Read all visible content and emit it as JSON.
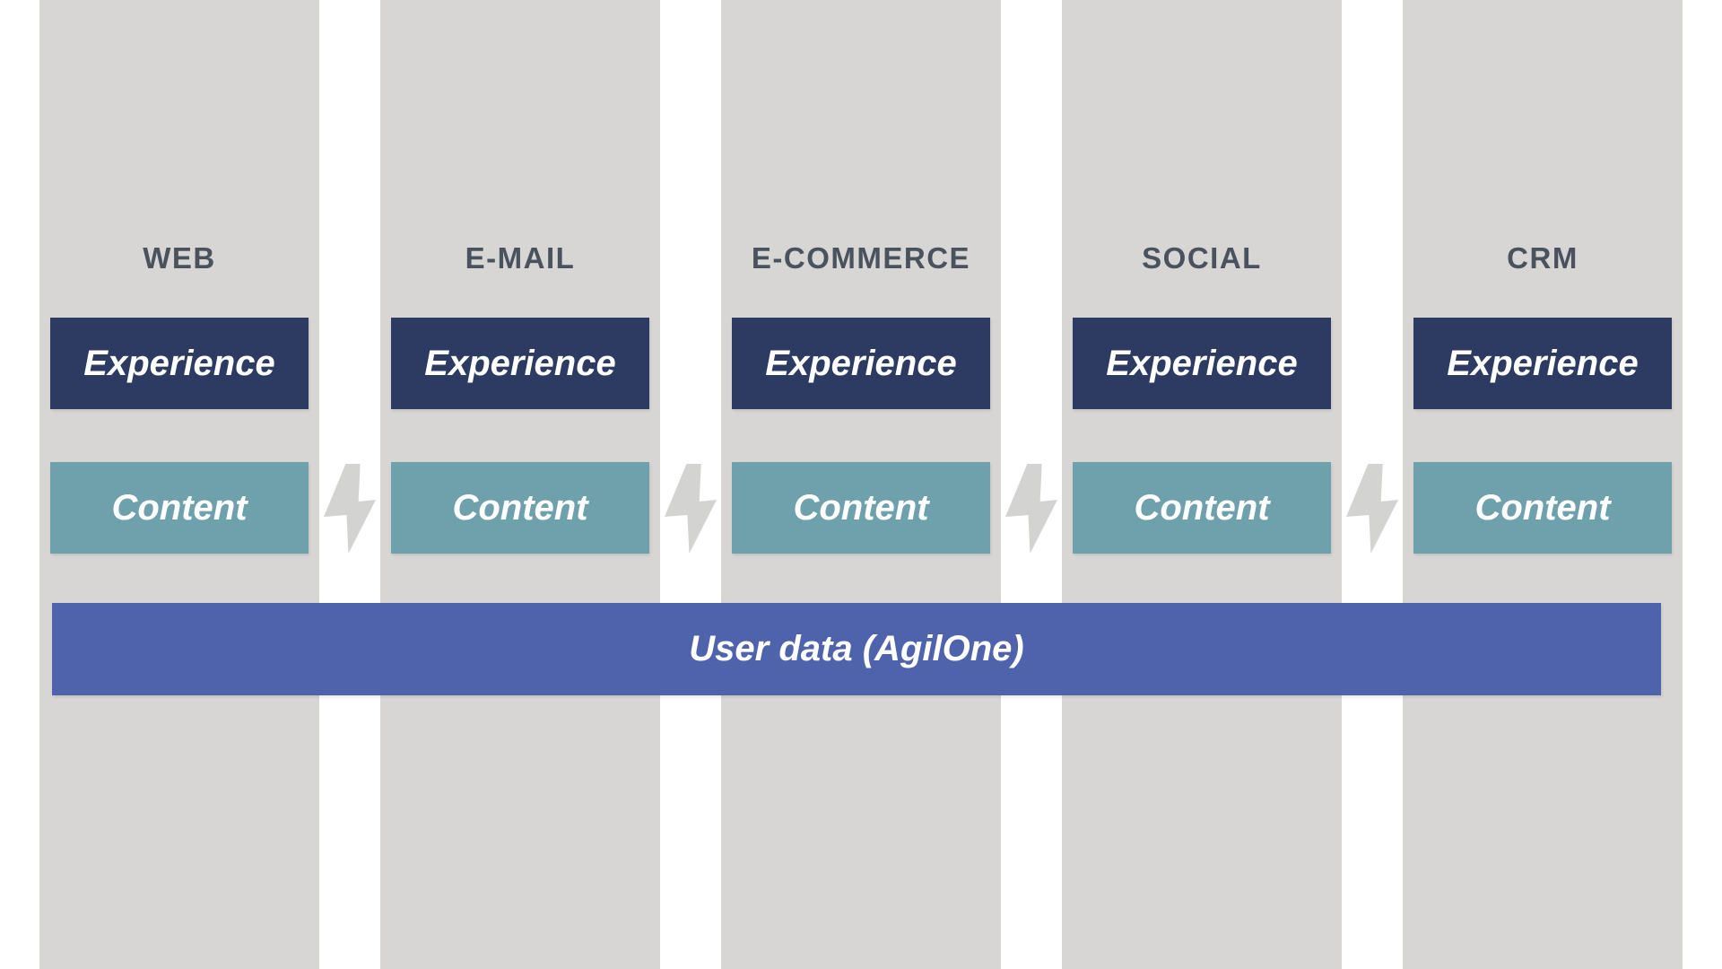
{
  "channels": [
    {
      "label": "WEB",
      "experience_label": "Experience",
      "content_label": "Content"
    },
    {
      "label": "E-MAIL",
      "experience_label": "Experience",
      "content_label": "Content"
    },
    {
      "label": "E-COMMERCE",
      "experience_label": "Experience",
      "content_label": "Content"
    },
    {
      "label": "SOCIAL",
      "experience_label": "Experience",
      "content_label": "Content"
    },
    {
      "label": "CRM",
      "experience_label": "Experience",
      "content_label": "Content"
    }
  ],
  "user_data_bar": {
    "label": "User data (AgilOne)"
  },
  "icons": {
    "between_columns": "lightning-bolt-icon"
  },
  "colors": {
    "column_bg": "#d7d6d4",
    "navy": "#2d3b62",
    "teal": "#6fa1ac",
    "bar_blue": "#4f63ad",
    "label_gray": "#4a525e",
    "bolt_gray": "#d3d3d1",
    "white": "#ffffff"
  }
}
